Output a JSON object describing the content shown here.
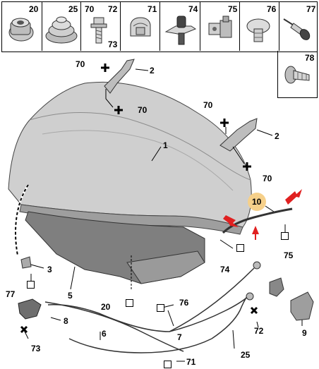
{
  "table_refs": {
    "r20": "20",
    "r25": "25",
    "r70": "70",
    "r72": "72",
    "r73": "73",
    "r71": "71",
    "r74": "74",
    "r75": "75",
    "r76": "76",
    "r77": "77",
    "r78": "78"
  },
  "callouts": {
    "c1": "1",
    "c2a": "2",
    "c2b": "2",
    "c3": "3",
    "c5": "5",
    "c6": "6",
    "c7": "7",
    "c8": "8",
    "c9": "9",
    "c10": "10",
    "c20": "20",
    "c25": "25",
    "c70a": "70",
    "c70b": "70",
    "c70c": "70",
    "c70d": "70",
    "c71": "71",
    "c72": "72",
    "c73": "73",
    "c74": "74",
    "c75": "75",
    "c76": "76",
    "c77": "77"
  },
  "colors": {
    "line": "#000000",
    "hood_light": "#d9d9d9",
    "hood_dark": "#a6a6a6",
    "liner": "#7f7f7f",
    "highlight": "#f6d08a",
    "arrow": "#e02020"
  }
}
